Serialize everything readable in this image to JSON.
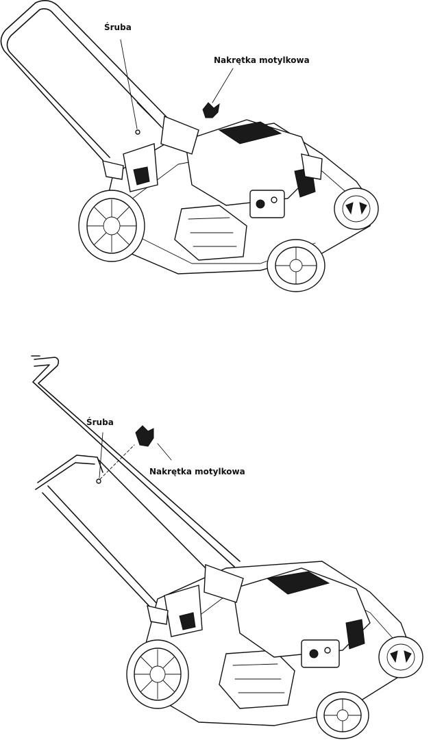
{
  "figures": [
    {
      "labels": {
        "bolt": "Śruba",
        "wing_nut": "Nakrętka motylkowa"
      }
    },
    {
      "labels": {
        "bolt": "Śruba",
        "wing_nut": "Nakrętka motylkowa"
      }
    }
  ]
}
